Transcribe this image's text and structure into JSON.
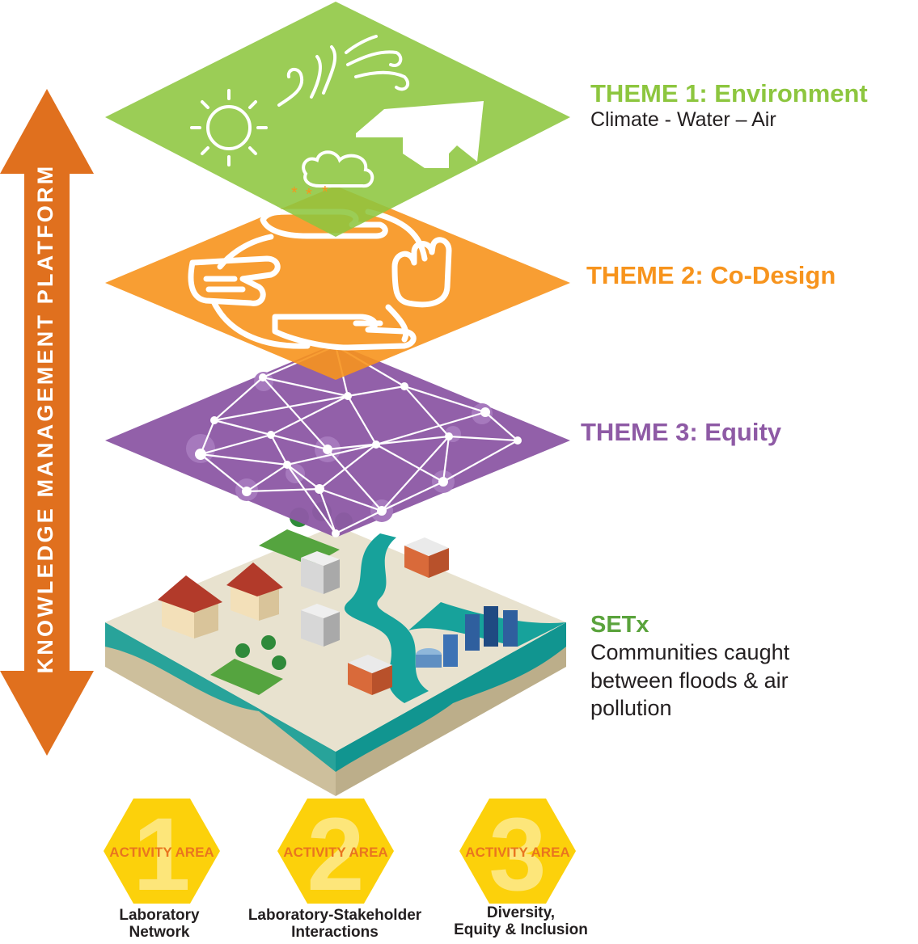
{
  "side_arrow": {
    "label": "KNOWLEDGE MANAGEMENT PLATFORM",
    "color": "#e0701e"
  },
  "themes": [
    {
      "title": "THEME 1: Environment",
      "subtitle": "Climate -  Water – Air",
      "color": "#8dc63f",
      "icon": "weather-house-icon"
    },
    {
      "title": "THEME 2: Co-Design",
      "subtitle": "",
      "color": "#f7941d",
      "icon": "joined-hands-icon"
    },
    {
      "title": "THEME 3: Equity",
      "subtitle": "",
      "color": "#8e5aa5",
      "icon": "network-icon"
    }
  ],
  "base": {
    "title": "SETx",
    "title_color": "#5aa33c",
    "description": "Communities caught between floods & air pollution",
    "icon": "city-river-landscape-icon"
  },
  "activity_areas": [
    {
      "number": "1",
      "label": "ACTIVITY AREA",
      "caption_line1": "Laboratory",
      "caption_line2": "Network"
    },
    {
      "number": "2",
      "label": "ACTIVITY AREA",
      "caption_line1": "Laboratory-Stakeholder",
      "caption_line2": "Interactions"
    },
    {
      "number": "3",
      "label": "ACTIVITY AREA",
      "caption_line1": "Diversity,",
      "caption_line2": "Equity & Inclusion"
    }
  ],
  "hex_color": "#fcd10b",
  "hex_number_color": "#fde67a",
  "hex_label_color": "#e9751f"
}
